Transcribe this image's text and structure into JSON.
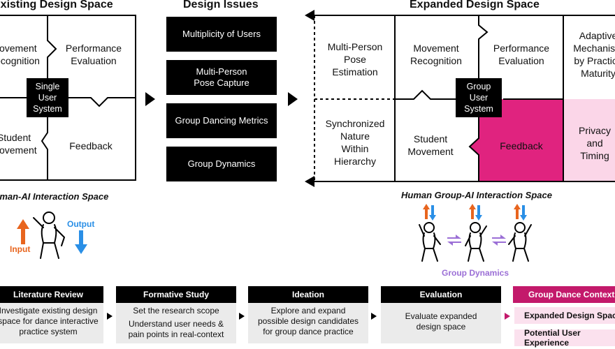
{
  "existing": {
    "title": "Existing Design Space",
    "cells": {
      "top_left": "Movement\nRecognition",
      "top_right": "Performance\nEvaluation",
      "bottom_left": "Student\nMovement",
      "bottom_right": "Feedback"
    },
    "center": "Single\nUser\nSystem",
    "caption": "Human-AI Interaction Space",
    "input_label": "Input",
    "output_label": "Output"
  },
  "issues": {
    "title": "Design Issues",
    "items": [
      "Multiplicity of Users",
      "Multi-Person\nPose Capture",
      "Group Dancing Metrics",
      "Group Dynamics"
    ]
  },
  "expanded": {
    "title": "Expanded Design Space",
    "cells": {
      "pose": "Multi-Person\nPose\nEstimation",
      "sync": "Synchronized\nNature\nWithin\nHierarchy",
      "movement_recognition": "Movement\nRecognition",
      "performance_evaluation": "Performance\nEvaluation",
      "student_movement": "Student\nMovement",
      "feedback": "Feedback",
      "adaptive": "Adaptive\nMechanism\nby Practice\nMaturity",
      "privacy": "Privacy\nand\nTiming"
    },
    "center": "Group\nUser\nSystem",
    "caption": "Human Group-AI Interaction Space",
    "group_dynamics_label": "Group Dynamics"
  },
  "process": [
    {
      "head": "Literature Review",
      "body": [
        "Investigate existing design",
        "space for dance interactive",
        "practice system"
      ]
    },
    {
      "head": "Formative Study",
      "body": [
        "Set the research scope",
        "Understand user needs &",
        "pain points in real-context"
      ]
    },
    {
      "head": "Ideation",
      "body": [
        "Explore and expand",
        "possible design candidates",
        "for group dance practice"
      ]
    },
    {
      "head": "Evaluation",
      "body": [
        "Evaluate expanded",
        "design space"
      ]
    }
  ],
  "context": {
    "head": "Group Dance Context",
    "items": [
      "Expanded Design Space",
      "Potential User Experience"
    ]
  },
  "colors": {
    "accent_pink": "#e0237f",
    "light_pink": "#fbd6e8",
    "input_orange": "#e8651e",
    "output_blue": "#2a8fe6",
    "dynamics_purple": "#9b6fd6",
    "stage_gray": "#ebebeb"
  }
}
